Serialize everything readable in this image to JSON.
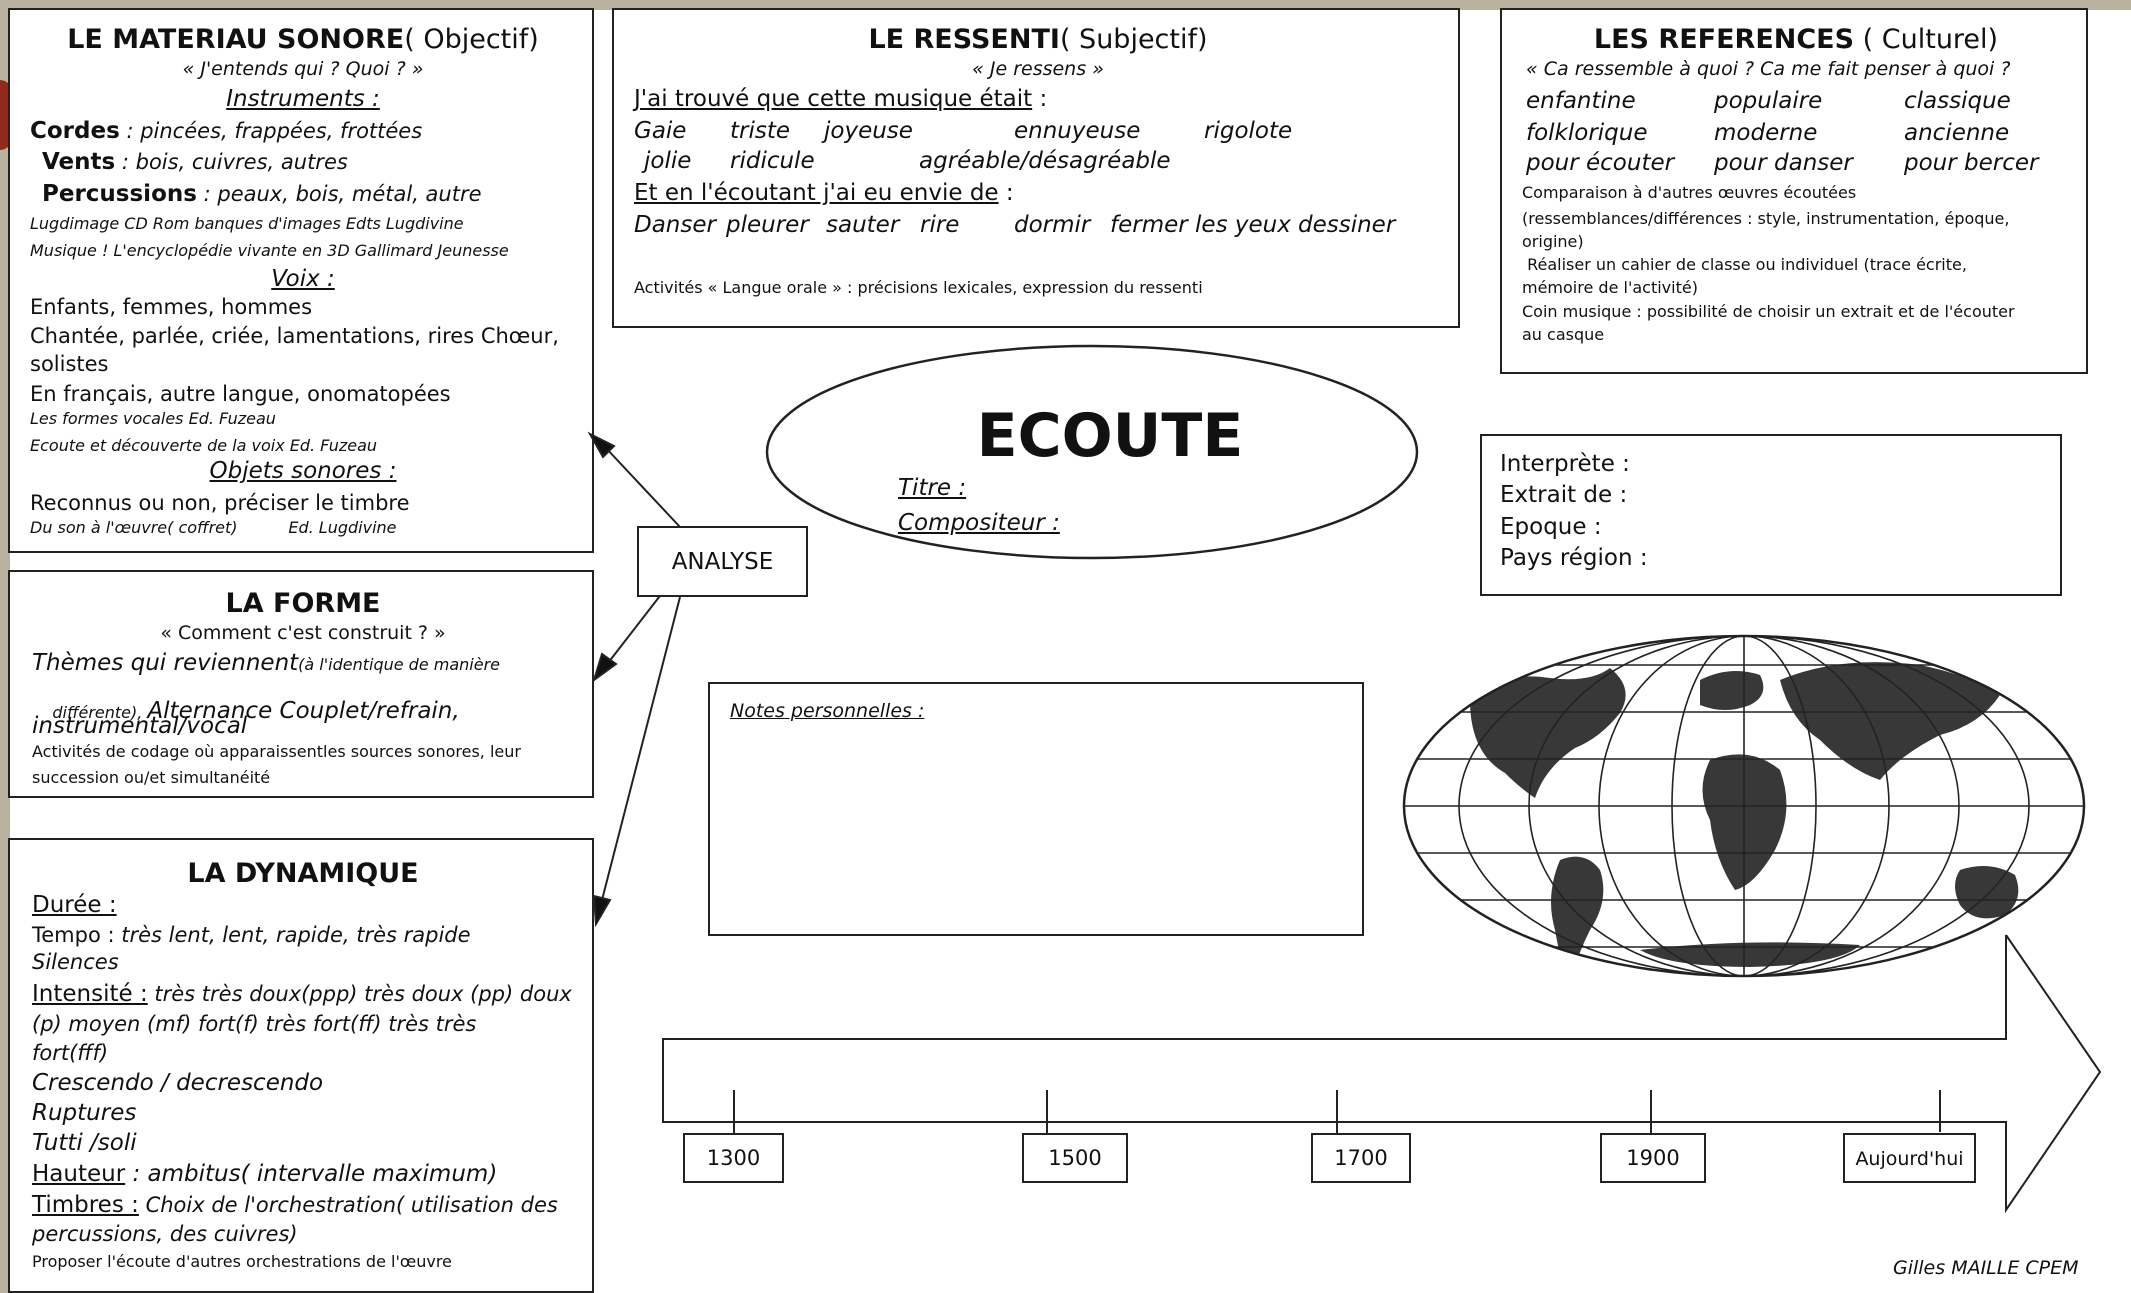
{
  "materiau": {
    "title": "LE MATERIAU SONORE",
    "title_suffix": "( Objectif)",
    "subtitle": "« J'entends qui ? Quoi ? »",
    "instruments_heading": "Instruments :",
    "cordes_label": "Cordes",
    "cordes_text": " : pincées, frappées, frottées",
    "vents_label": "Vents",
    "vents_text": " :  bois, cuivres, autres",
    "percussions_label": "Percussions",
    "percussions_text": " : peaux, bois, métal, autre",
    "ref1": "Lugdimage CD Rom banques d'images Edts Lugdivine",
    "ref2": "Musique ! L'encyclopédie vivante en 3D Gallimard Jeunesse",
    "voix_heading": "Voix :",
    "voix1": "Enfants, femmes, hommes",
    "voix2": "Chantée, parlée, criée, lamentations, rires Chœur,",
    "voix3": "solistes",
    "voix4": "En français, autre langue, onomatopées",
    "ref3": "Les formes vocales Ed. Fuzeau",
    "ref4": "Ecoute et découverte de la voix Ed. Fuzeau",
    "objets_heading": "Objets sonores :",
    "objets1": "Reconnus ou non, préciser le timbre",
    "objets2": "Du son à l'œuvre( coffret)          Ed. Lugdivine"
  },
  "ressenti": {
    "title": "LE RESSENTI",
    "title_suffix": "( Subjectif)",
    "subtitle": "« Je ressens »",
    "line1_label": "J'ai trouvé que cette musique était",
    "line1_colon": " :",
    "adj_row1": [
      "Gaie",
      "triste",
      "joyeuse",
      "ennuyeuse",
      "rigolote"
    ],
    "adj_row2": [
      "jolie",
      "ridicule",
      "agréable/désagréable"
    ],
    "line2_label": "Et en l'écoutant j'ai eu envie de",
    "line2_colon": " :",
    "verbs": [
      "Danser",
      "pleurer",
      "sauter",
      "rire",
      "dormir",
      "fermer les yeux",
      "dessiner"
    ],
    "activities": "Activités « Langue orale » : précisions lexicales, expression du ressenti"
  },
  "references": {
    "title": "LES REFERENCES",
    "title_suffix": " ( Culturel)",
    "subtitle": "«  Ca ressemble à quoi ? Ca me fait penser à quoi ?",
    "grid": [
      [
        "enfantine",
        "populaire",
        "classique"
      ],
      [
        "folklorique",
        "moderne",
        "ancienne"
      ],
      [
        "pour écouter",
        "pour danser",
        "pour bercer"
      ]
    ],
    "comparaison1": "Comparaison à d'autres œuvres écoutées",
    "comparaison2": "(ressemblances/différences : style, instrumentation, époque,",
    "comparaison3": "origine)",
    "cahier1": " Réaliser un cahier de classe ou individuel (trace écrite,",
    "cahier2": "mémoire de l'activité)",
    "coin1": "Coin musique : possibilité de choisir un extrait et de l'écouter",
    "coin2": "au casque"
  },
  "ecoute": {
    "title": "ECOUTE",
    "titre_label": "Titre :",
    "compositeur_label": "Compositeur :"
  },
  "analyse": {
    "label": "ANALYSE"
  },
  "info": {
    "interprete": "Interprète :",
    "extrait": "Extrait de :",
    "epoque": "Epoque :",
    "pays": "Pays région :"
  },
  "forme": {
    "title": "LA FORME",
    "subtitle": "«  Comment c'est construit ? »",
    "line1a": "Thèmes qui reviennent",
    "line1b": "(à l'identique de manière",
    "line2a": "différente), ",
    "line2b": "Alternance Couplet/refrain,",
    "line3": "instrumental/vocal",
    "line4": "Activités de codage  où apparaissentles sources sonores, leur",
    "line5": "succession ou/et simultanéité"
  },
  "notes": {
    "label": "Notes personnelles :"
  },
  "dynamique": {
    "title": "LA DYNAMIQUE",
    "duree_label": "Durée :",
    "tempo_label": "Tempo : ",
    "tempo_text": "très lent, lent, rapide, très rapide",
    "silences": "Silences",
    "intensite_label": "Intensité :",
    "intensite_text1": " très très doux(ppp) très doux (pp) doux",
    "intensite_text2": "(p) moyen (mf) fort(f) très fort(ff) très très",
    "intensite_text3": "fort(fff)",
    "crescendo": "Crescendo / decrescendo",
    "ruptures": "Ruptures",
    "tutti": "Tutti /soli",
    "hauteur_label": "Hauteur",
    "hauteur_text": " : ambitus( intervalle maximum)",
    "timbres_label": "Timbres :",
    "timbres_text1": " Choix de l'orchestration( utilisation des",
    "timbres_text2": "percussions, des cuivres)",
    "proposer": "Proposer l'écoute d'autres orchestrations de l'œuvre"
  },
  "timeline": {
    "marks": [
      "1300",
      "1500",
      "1700",
      "1900",
      "Aujourd'hui"
    ]
  },
  "signature": "Gilles MAILLE CPEM"
}
